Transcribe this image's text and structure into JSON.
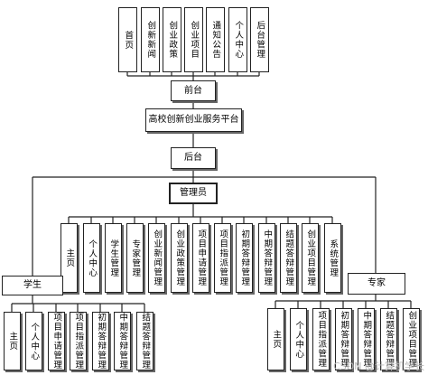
{
  "frontend_modules": [
    "首页",
    "创新新闻",
    "创业政策",
    "创业项目",
    "通知公告",
    "个人中心",
    "后台管理"
  ],
  "frontend": "前台",
  "platform": "高校创新创业服务平台",
  "backend": "后台",
  "admin": "管理员",
  "admin_modules": [
    "主页",
    "个人中心",
    "学生管理",
    "专家管理",
    "创业新闻管理",
    "创业政策管理",
    "项目申请管理",
    "项目指派管理",
    "初期答辩管理",
    "中期答辩管理",
    "结题答辩管理",
    "创业项目管理",
    "系统管理"
  ],
  "student": "学生",
  "student_modules": [
    "主页",
    "个人中心",
    "项目申请管理",
    "项目指派管理",
    "初期答辩管理",
    "中期答辩管理",
    "结题答辩管理"
  ],
  "expert": "专家",
  "expert_modules": [
    "主页",
    "个人中心",
    "项目指派管理",
    "初期答辩管理",
    "中期答辩管理",
    "结题答辩管理",
    "创业项目管理"
  ],
  "watermark": "CSDN @计算机学长"
}
